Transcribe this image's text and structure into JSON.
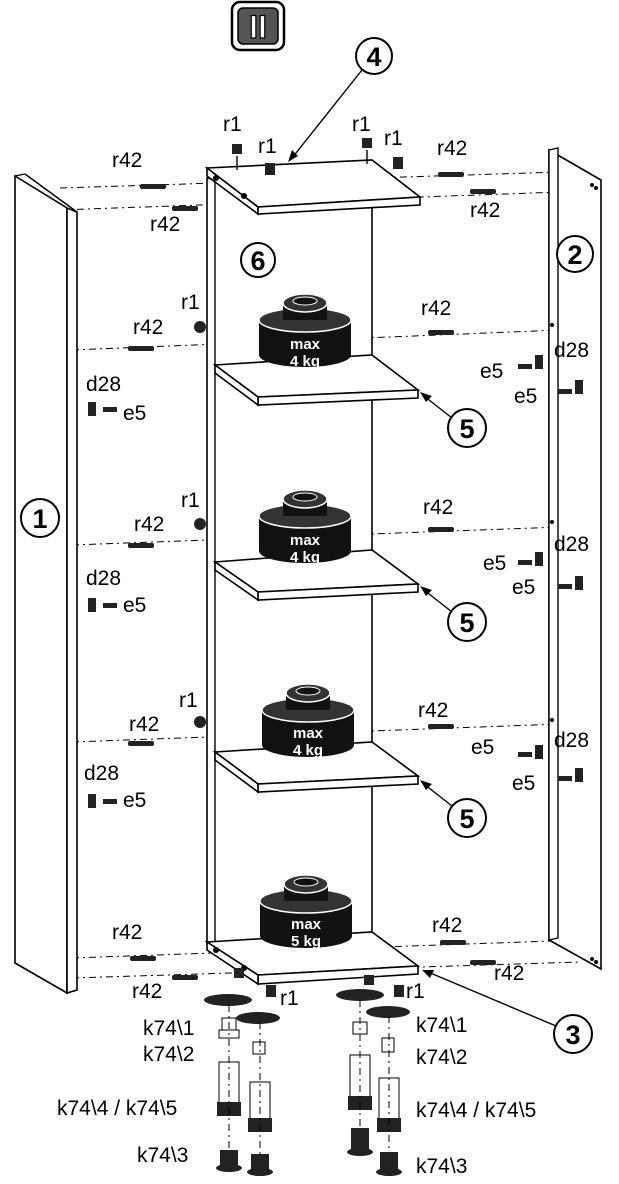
{
  "step": {
    "label": "II"
  },
  "parts": {
    "p1": "1",
    "p2": "2",
    "p3": "3",
    "p4": "4",
    "p5a": "5",
    "p5b": "5",
    "p5c": "5",
    "p6": "6"
  },
  "weights": [
    {
      "top": "max",
      "bottom": "4 kg"
    },
    {
      "top": "max",
      "bottom": "4 kg"
    },
    {
      "top": "max",
      "bottom": "4 kg"
    },
    {
      "top": "max",
      "bottom": "5 kg"
    }
  ],
  "hardware": {
    "r1": "r1",
    "r42": "r42",
    "d28": "d28",
    "e5": "e5",
    "k74_1": "k74\\1",
    "k74_2": "k74\\2",
    "k74_3": "k74\\3",
    "k74_45": "k74\\4 / k74\\5"
  }
}
